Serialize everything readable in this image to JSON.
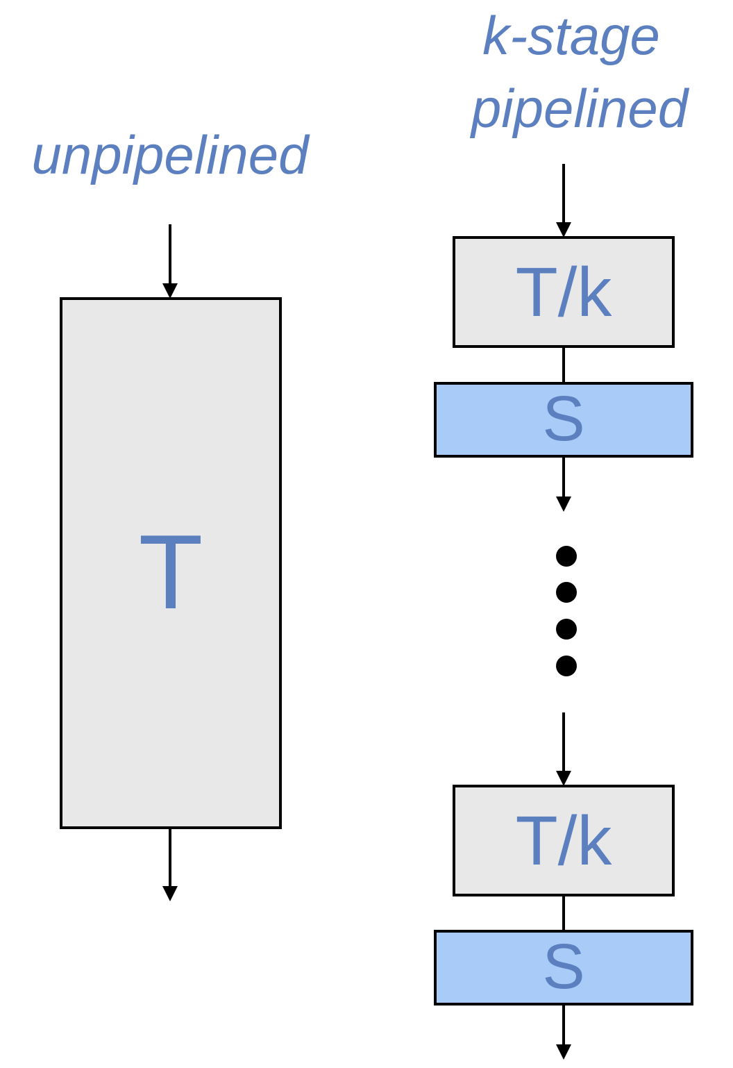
{
  "colors": {
    "label_blue": "#5B7FBF",
    "box_gray": "#E8E8E8",
    "register_blue": "#A8CBF8",
    "stroke": "#000000"
  },
  "unpipelined": {
    "title": "unpipelined",
    "block_label": "T"
  },
  "pipelined": {
    "title_line1": "k-stage",
    "title_line2": "pipelined",
    "stages": [
      {
        "logic_label": "T/k",
        "register_label": "S"
      },
      {
        "logic_label": "T/k",
        "register_label": "S"
      }
    ],
    "ellipsis_dot_count": 4
  }
}
